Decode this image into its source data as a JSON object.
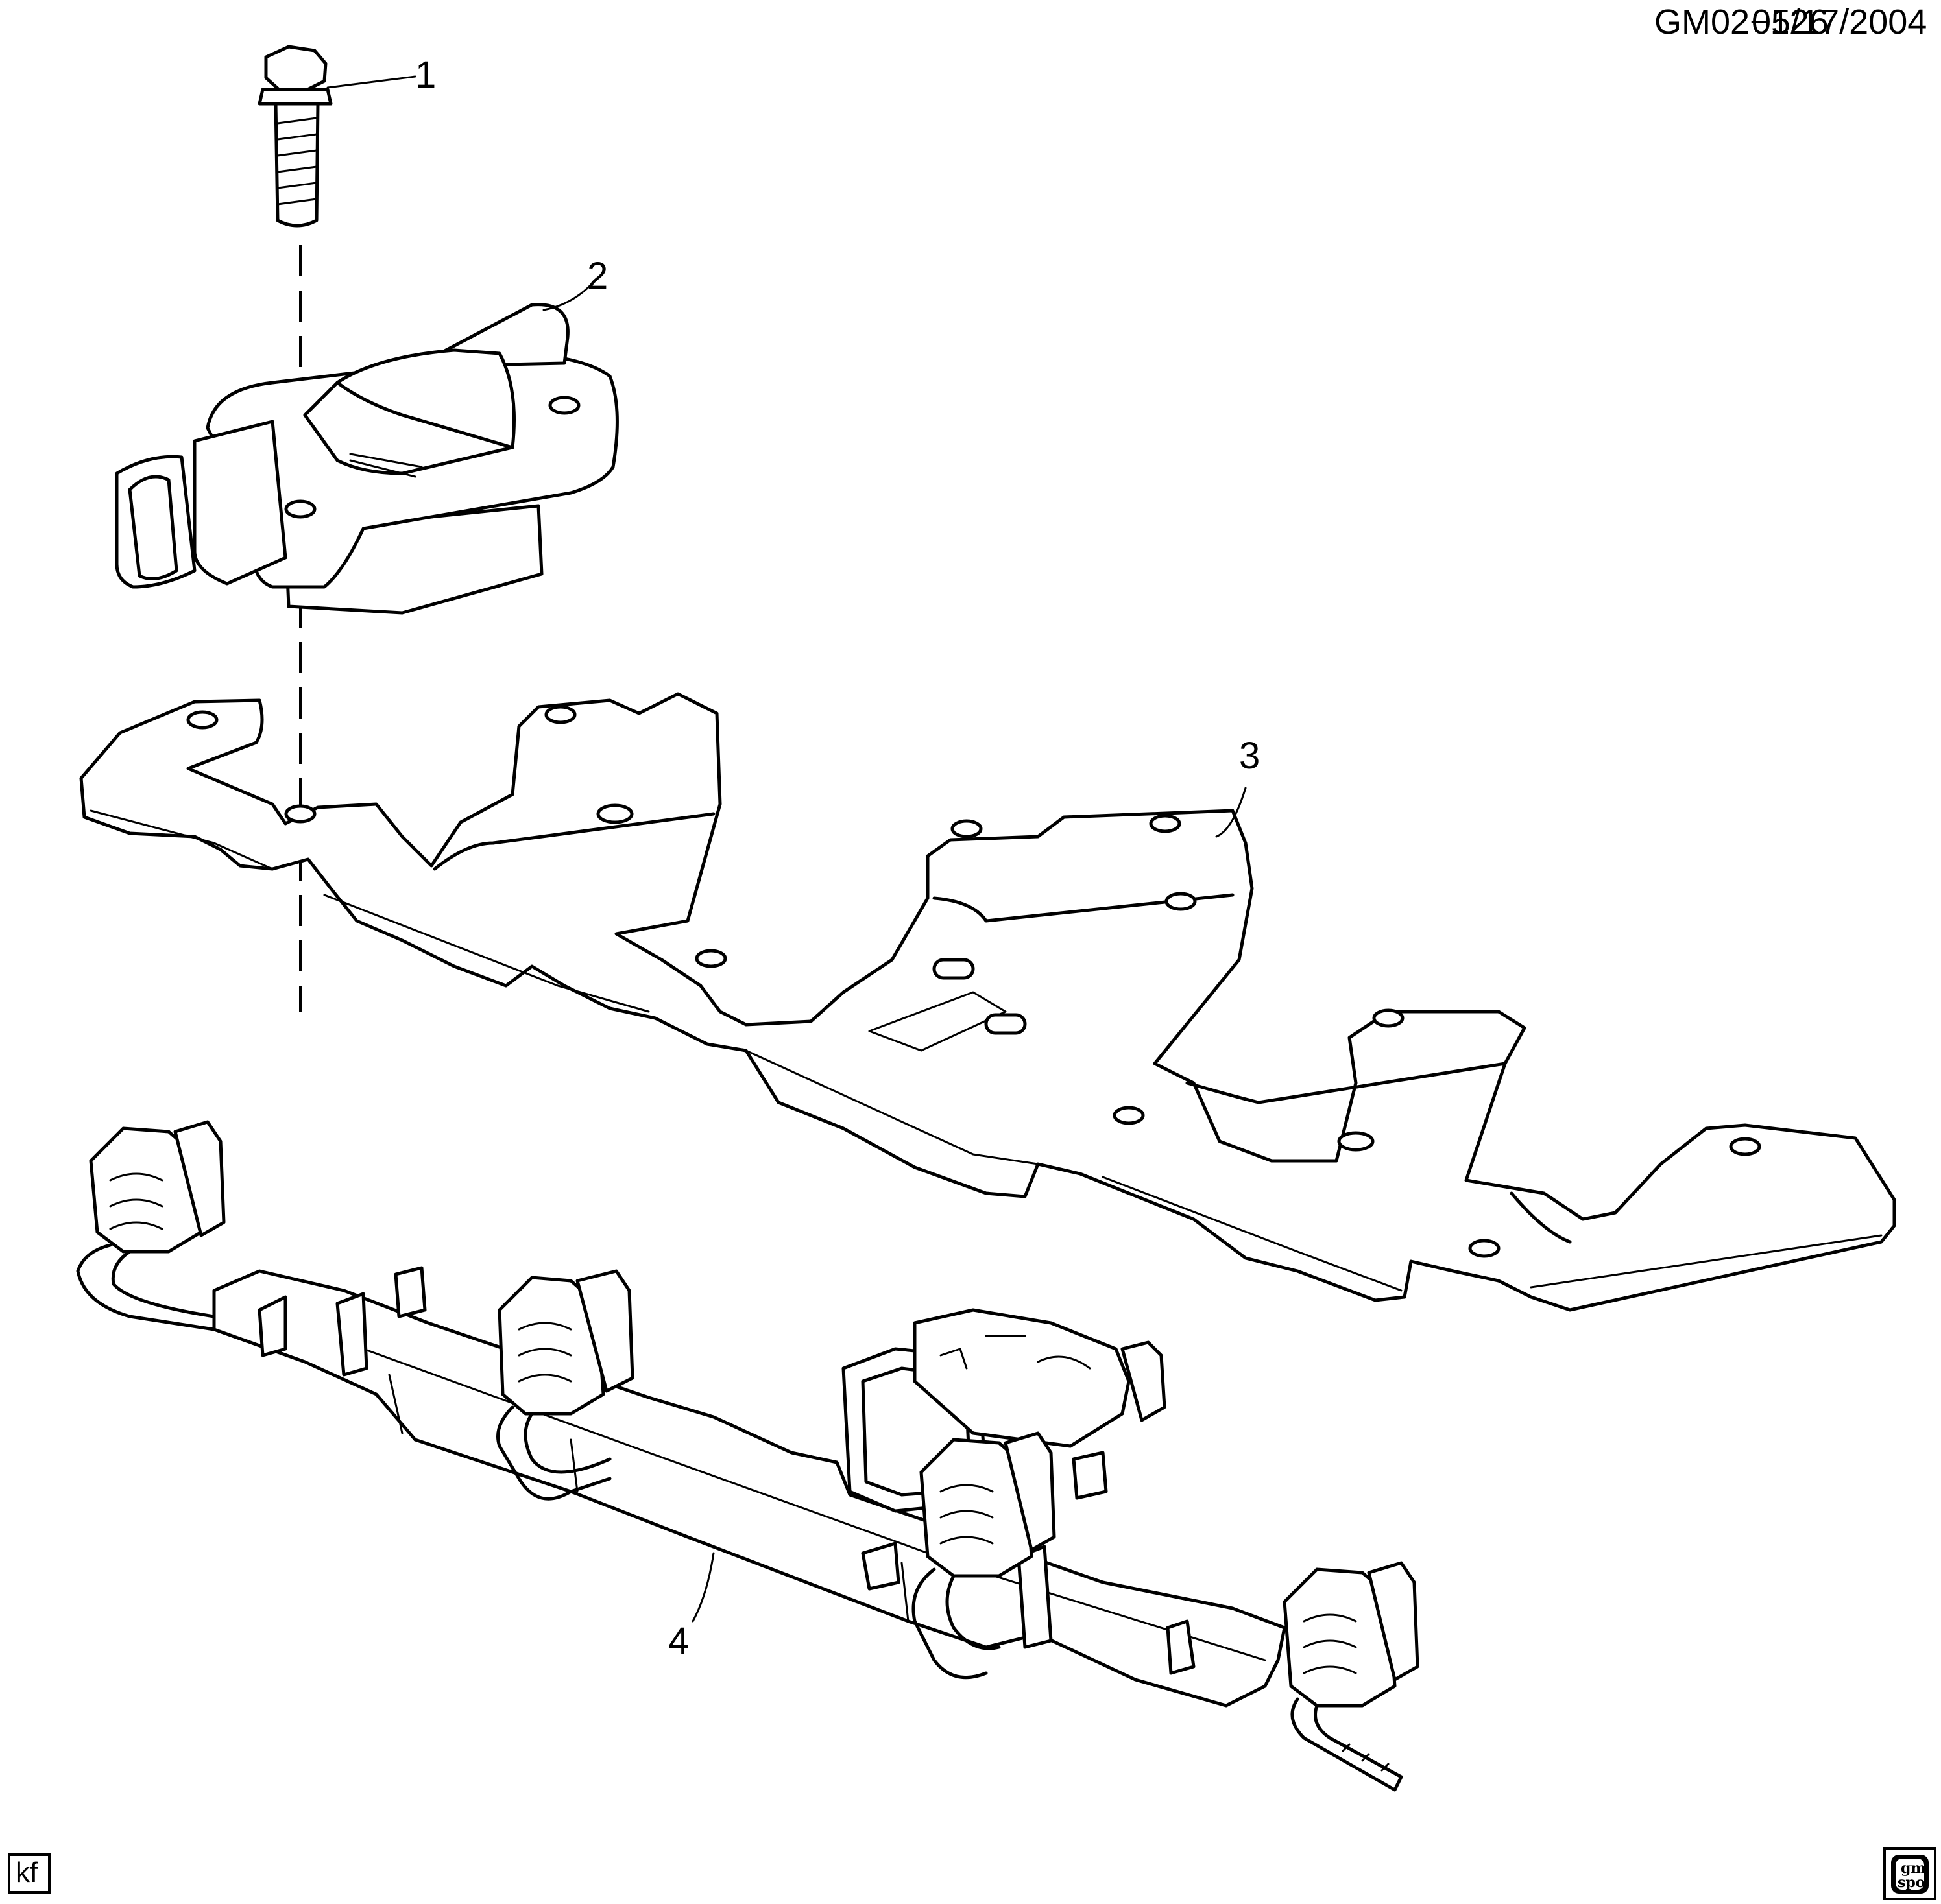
{
  "header": {
    "code": "GM02−126",
    "date": "05/17/2004"
  },
  "callouts": [
    "1",
    "2",
    "3",
    "4"
  ],
  "footer": {
    "initials": "kf",
    "logo_top": "gm",
    "logo_bottom": "spo"
  },
  "colors": {
    "ink": "#000000",
    "paper": "#ffffff"
  }
}
